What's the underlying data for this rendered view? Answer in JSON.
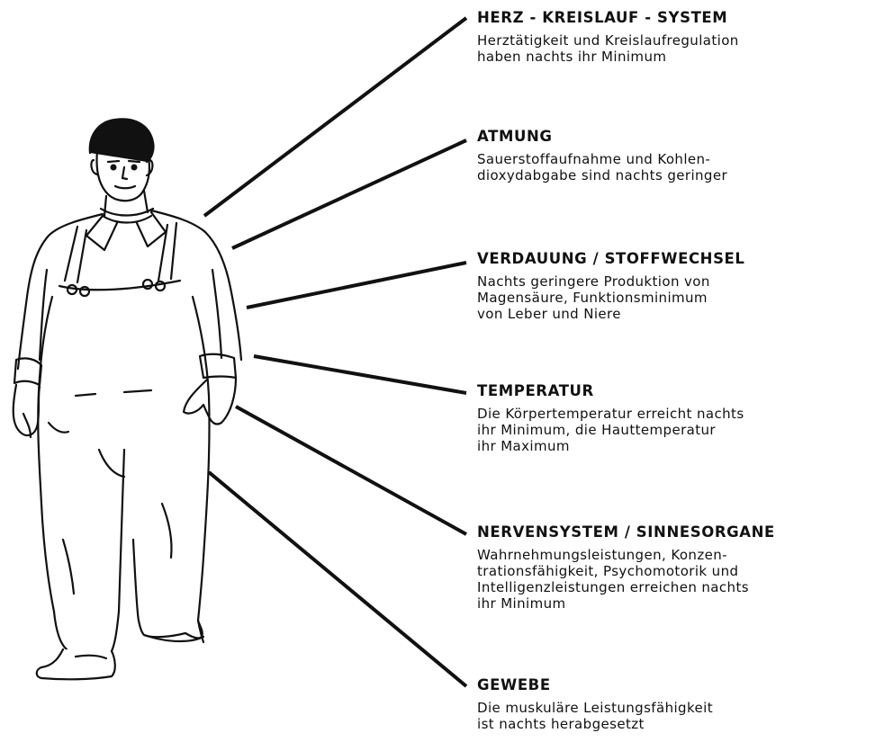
{
  "ink_color": "#111111",
  "figure_icon": "worker-in-overalls-icon",
  "sections": [
    {
      "key": "herz",
      "title": "HERZ - KREISLAUF - SYSTEM",
      "lines": [
        "Herztätigkeit und Kreislaufregulation",
        "haben nachts ihr Minimum"
      ]
    },
    {
      "key": "atmung",
      "title": "ATMUNG",
      "lines": [
        "Sauerstoffaufnahme und Kohlen-",
        "dioxydabgabe sind nachts geringer"
      ]
    },
    {
      "key": "verdauung",
      "title": "VERDAUUNG / STOFFWECHSEL",
      "lines": [
        "Nachts geringere Produktion von",
        "Magensäure, Funktionsminimum",
        "von Leber und Niere"
      ]
    },
    {
      "key": "temperatur",
      "title": "TEMPERATUR",
      "lines": [
        "Die Körpertemperatur erreicht nachts",
        "ihr Minimum, die Hauttemperatur",
        "ihr Maximum"
      ]
    },
    {
      "key": "nervensystem",
      "title": "NERVENSYSTEM / SINNESORGANE",
      "lines": [
        "Wahrnehmungsleistungen, Konzen-",
        "trationsfähigkeit, Psychomotorik und",
        "Intelligenzleistungen erreichen nachts",
        "ihr Minimum"
      ]
    },
    {
      "key": "gewebe",
      "title": "GEWEBE",
      "lines": [
        "Die muskuläre Leistungsfähigkeit",
        "ist nachts herabgesetzt"
      ]
    }
  ]
}
